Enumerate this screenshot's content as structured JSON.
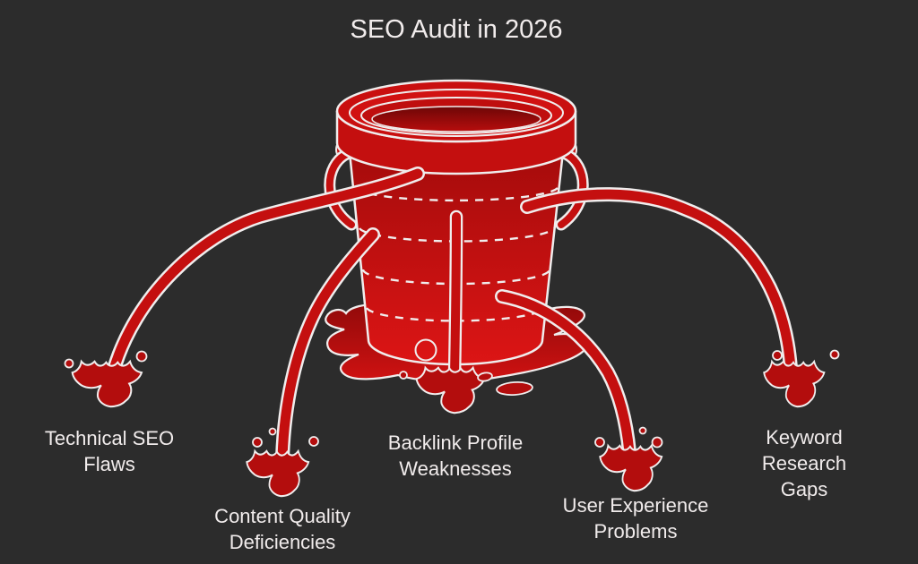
{
  "title": "SEO Audit in 2026",
  "diagram": {
    "type": "leaky-bucket",
    "leaks": [
      {
        "id": "technical-seo",
        "label": "Technical SEO\nFlaws"
      },
      {
        "id": "content-quality",
        "label": "Content Quality\nDeficiencies"
      },
      {
        "id": "backlink-profile",
        "label": "Backlink Profile\nWeaknesses"
      },
      {
        "id": "user-experience",
        "label": "User Experience\nProblems"
      },
      {
        "id": "keyword-research",
        "label": "Keyword\nResearch Gaps"
      }
    ]
  },
  "colors": {
    "background": "#2c2c2c",
    "bucket-red": "#c40f0f",
    "red-bright": "#dc1515",
    "red-dark": "#8e0909",
    "red-deep": "#6d0707",
    "splash-red": "#b30d0d",
    "outline": "#f0eded",
    "text": "#f1ecec"
  }
}
